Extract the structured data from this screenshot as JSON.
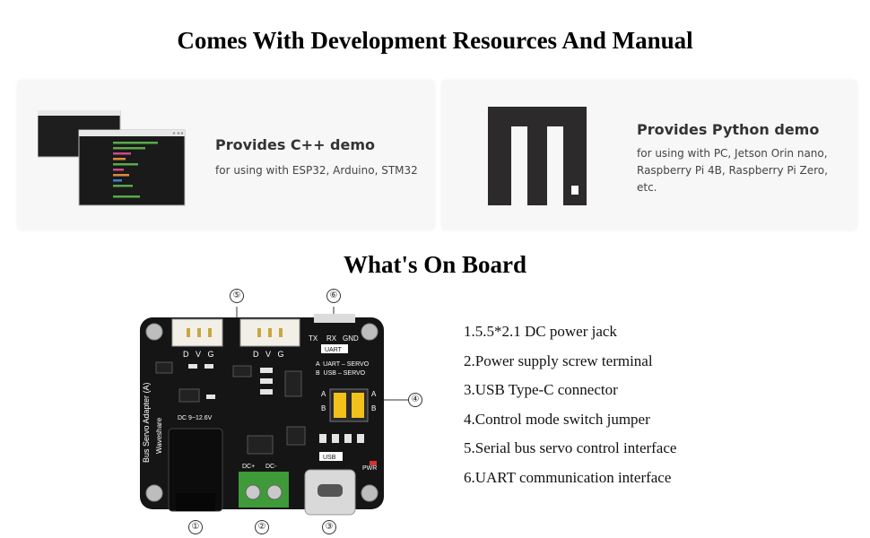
{
  "resources": {
    "heading": "Comes With Development Resources And Manual",
    "cards": [
      {
        "title": "Provides C++ demo",
        "description": "for using with ESP32, Arduino, STM32",
        "icon": "code-editor-icon"
      },
      {
        "title": "Provides Python demo",
        "description": "for using with PC, Jetson Orin nano, Raspberry Pi 4B, Raspberry Pi Zero, etc.",
        "icon": "micropython-logo-icon"
      }
    ]
  },
  "onboard": {
    "heading": "What's On Board",
    "features": [
      "1.5.5*2.1 DC power jack",
      "2.Power supply screw terminal",
      "3.USB Type-C connector",
      "4.Control mode switch jumper",
      "5.Serial bus servo control interface",
      "6.UART communication interface"
    ],
    "markers": [
      "①",
      "②",
      "③",
      "④",
      "⑤",
      "⑥"
    ],
    "board": {
      "label_dvg": "D   V   G",
      "label_tx": "TX",
      "label_rx": "RX",
      "label_gnd": "GND",
      "label_uart": "UART",
      "label_mode_a": "A  UART – SERVO",
      "label_mode_b": "B  USB – SERVO",
      "label_a": "A",
      "label_b": "B",
      "label_dc": "DC 9~12.6V",
      "label_name": "Bus Servo Adapter (A)",
      "label_brand": "Waveshare",
      "label_dcplus": "DC+",
      "label_dcminus": "DC-",
      "label_usb": "USB",
      "label_pwr": "PWR"
    }
  }
}
